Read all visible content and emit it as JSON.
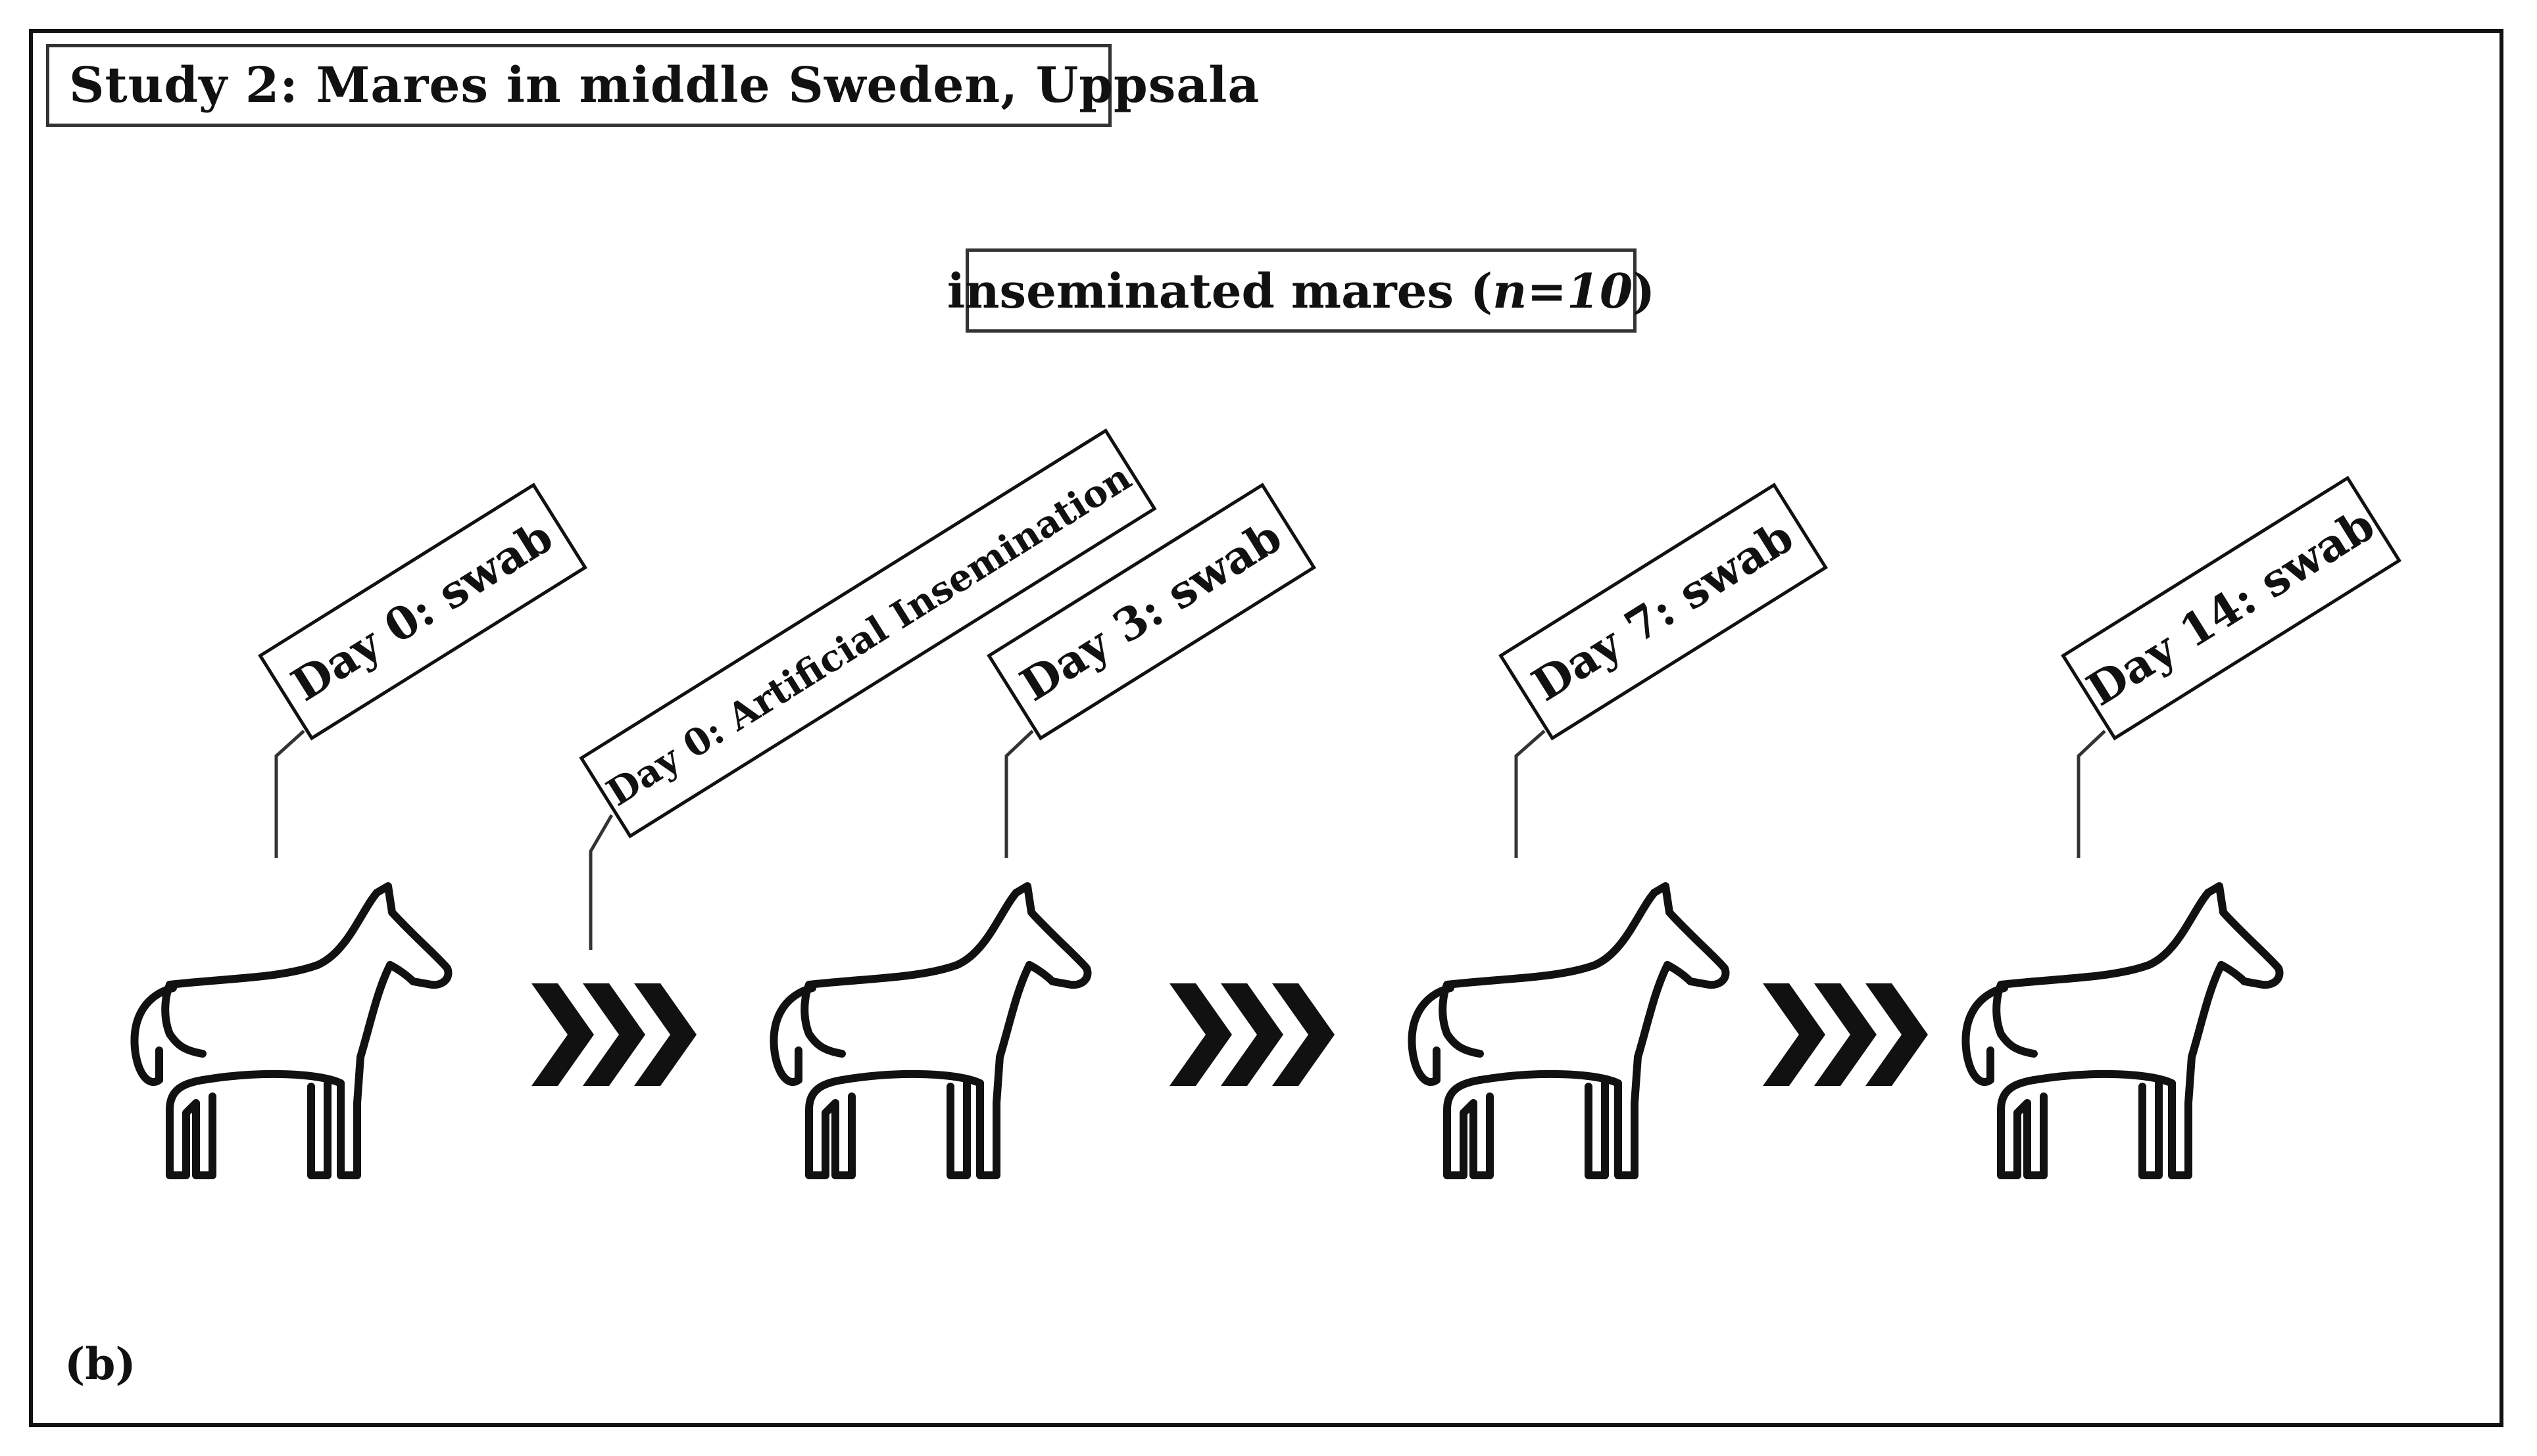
{
  "title": "Study 2: Mares in middle Sweden, Uppsala",
  "group": {
    "prefix": "inseminated mares (",
    "n_var": "n",
    "equals": " = ",
    "n_value": "10",
    "suffix": ")"
  },
  "steps": [
    {
      "label": "Day 0: swab",
      "icon": "horse-icon"
    },
    {
      "label": "Day 0: Artificial Insemination",
      "icon": "none"
    },
    {
      "label": "Day 3: swab",
      "icon": "horse-icon"
    },
    {
      "label": "Day 7: swab",
      "icon": "horse-icon"
    },
    {
      "label": "Day 14: swab",
      "icon": "horse-icon"
    }
  ],
  "connector_icon": "chevrons-right-icon",
  "panel_label": "(b)"
}
